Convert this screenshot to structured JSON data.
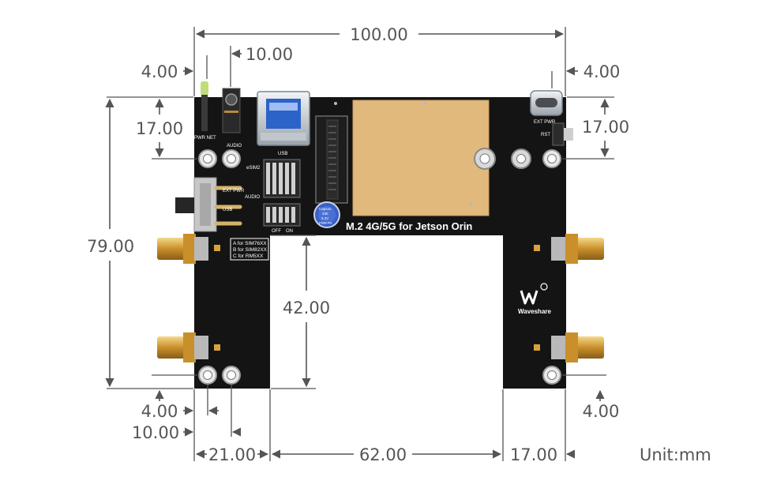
{
  "dimensions": {
    "total_width": "100.00",
    "left_edge_offset": "4.00",
    "left_hole_offset": "10.00",
    "right_edge_offset": "4.00",
    "top_left_hole_height": "17.00",
    "top_right_hole_height": "17.00",
    "total_height": "79.00",
    "slot_depth": "42.00",
    "bottom_left_edge_offset": "4.00",
    "bottom_right_edge_offset": "4.00",
    "bottom_left_hole_offset": "10.00",
    "left_leg_width": "21.00",
    "slot_width": "62.00",
    "right_leg_width": "17.00",
    "unit": "Unit:mm"
  },
  "board": {
    "product_label": "M.2 4G/5G for Jetson Orin",
    "brand": "Waveshare",
    "labels": {
      "pwr_net": "PWR NET",
      "audio": "AUDIO",
      "usb": "USB",
      "esim2": "eSIM2",
      "ext_pwr": "EXT PWR",
      "usb_switch": "USB",
      "audio_switch": "AUDIO",
      "off": "OFF",
      "on": "ON",
      "ext_pwr_right": "EXT PWR",
      "rst": "RST",
      "sim_a": "A for SIM76XX",
      "sim_b": "B for SIM82XX",
      "sim_c": "C for RM5XX",
      "capacitor": "Capxon",
      "capacitor_spec1": "330",
      "capacitor_spec2": "6.3V",
      "capacitor_spec3": "PW8 PA"
    }
  },
  "colors": {
    "board": "#141414",
    "copper": "#e2b97c",
    "dimension": "#555555",
    "gold": "#d8a23a"
  }
}
